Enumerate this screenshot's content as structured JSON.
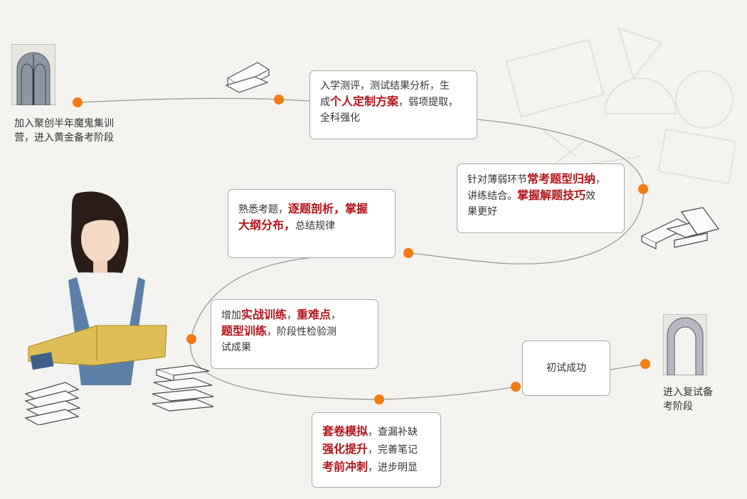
{
  "start": {
    "line1": "加入聚创半年魔鬼集训",
    "line2": "营，进入黄金备考阶段"
  },
  "end": {
    "line1": "进入复试备",
    "line2": "考阶段"
  },
  "steps": [
    {
      "a": "入学测评，测试结果分析，生",
      "b": "成",
      "hl1": "个人定制方案",
      "c": "，弱项提取，",
      "d": "全科强化"
    },
    {
      "a": "针对薄弱环节",
      "hl1": "常考题型归纳",
      "b": "，",
      "c": "讲练结合。",
      "hl2": "掌握解题技巧",
      "d": "效",
      "e": "果更好"
    },
    {
      "a": "熟悉考题，",
      "hl1": "逐题剖析，掌握",
      "hl2": "大纲分布，",
      "b": "总结规律"
    },
    {
      "a": "增加",
      "hl1": "实战训练",
      "b": "，",
      "hl2": "重难点",
      "c": "，",
      "hl3": "题型训练",
      "d": "，阶段性检验测",
      "e": "试成果"
    },
    {
      "hl1": "套卷模拟",
      "a": "，查漏补缺",
      "hl2": "强化提升",
      "b": "，完善笔记",
      "hl3": "考前冲刺",
      "c": "，进步明显"
    },
    {
      "a": "初试成功"
    }
  ],
  "colors": {
    "accent": "#f47a12",
    "highlight": "#b3141b",
    "border": "#a9a9a9",
    "background": "#f4f3ef"
  },
  "icons": [
    "gothic-door-icon",
    "book-stack-icon",
    "gothic-arch-icon",
    "student-girl-illustration"
  ]
}
